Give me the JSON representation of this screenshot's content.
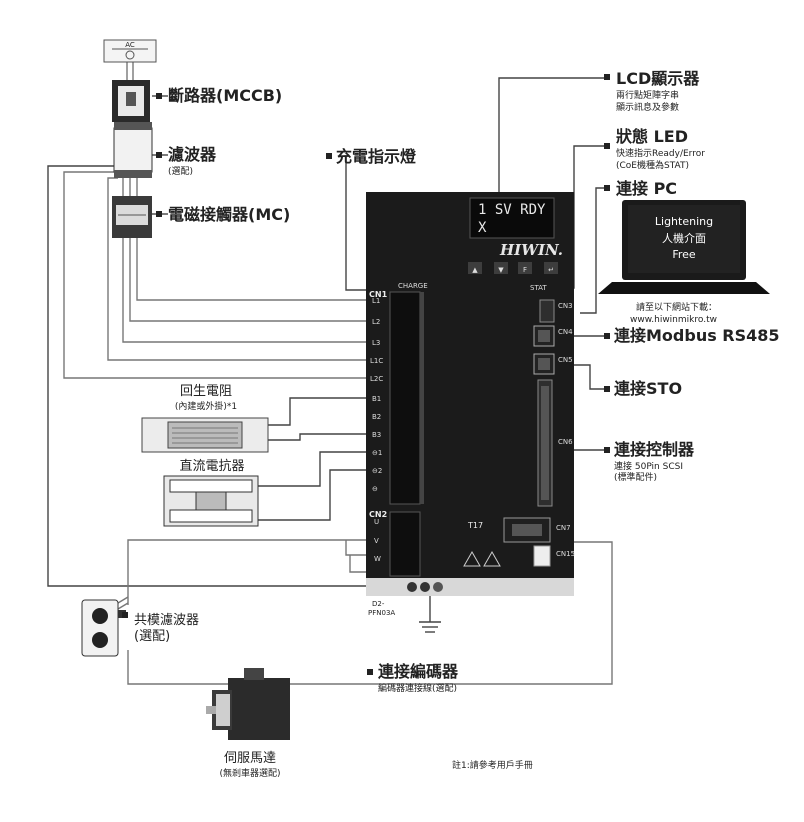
{
  "ac": {
    "label": "AC"
  },
  "mccb": {
    "label": "斷路器(MCCB)"
  },
  "filter": {
    "label": "濾波器",
    "sub": "(選配)"
  },
  "mc": {
    "label": "電磁接觸器(MC)"
  },
  "charge_indicator": {
    "label": "充電指示燈"
  },
  "lcd": {
    "label": "LCD顯示器",
    "sub1": "兩行點矩陣字串",
    "sub2": "顯示訊息及參數",
    "line1": "1 SV RDY",
    "line2": "X"
  },
  "status_led": {
    "label": "狀態 LED",
    "sub1": "快速指示Ready/Error",
    "sub2": "(CoE機種為STAT)"
  },
  "pc": {
    "label": "連接 PC",
    "screen1": "Lightening",
    "screen2": "人機介面",
    "screen3": "Free",
    "download1": "請至以下網站下載：",
    "download2": "www.hiwinmikro.tw"
  },
  "modbus": {
    "label": "連接Modbus RS485"
  },
  "sto": {
    "label": "連接STO"
  },
  "controller": {
    "label": "連接控制器",
    "sub1": "連接 50Pin SCSI",
    "sub2": "(標準配件)"
  },
  "regen": {
    "label": "回生電阻",
    "sub": "(內建或外掛)*1"
  },
  "dc_reactor": {
    "label": "直流電抗器"
  },
  "cm_filter": {
    "label": "共模濾波器",
    "sub": "(選配)"
  },
  "encoder": {
    "label": "連接編碼器",
    "sub": "編碼器連接線(選配)"
  },
  "servo": {
    "label": "伺服馬達",
    "sub": "(無剎車器選配)"
  },
  "note": {
    "text": "註1:請參考用戶手冊"
  },
  "drive": {
    "brand": "HIWIN.",
    "model1": "D2-",
    "model2": "PFN03A",
    "charge": "CHARGE",
    "stat": "STAT",
    "cn1": "CN1",
    "cn2": "CN2",
    "terminals_cn1": [
      "L1",
      "L2",
      "L3",
      "L1C",
      "L2C",
      "B1",
      "B2",
      "B3",
      "⊖1",
      "⊖2",
      "⊖"
    ],
    "terminals_cn2": [
      "U",
      "V",
      "W"
    ],
    "cn3": "CN3",
    "cn4": "CN4",
    "cn5": "CN5",
    "cn6": "CN6",
    "cn7": "CN7",
    "cn15": "CN15",
    "t17": "T17",
    "buttons": [
      "▲",
      "▼",
      "F",
      "↵"
    ]
  }
}
